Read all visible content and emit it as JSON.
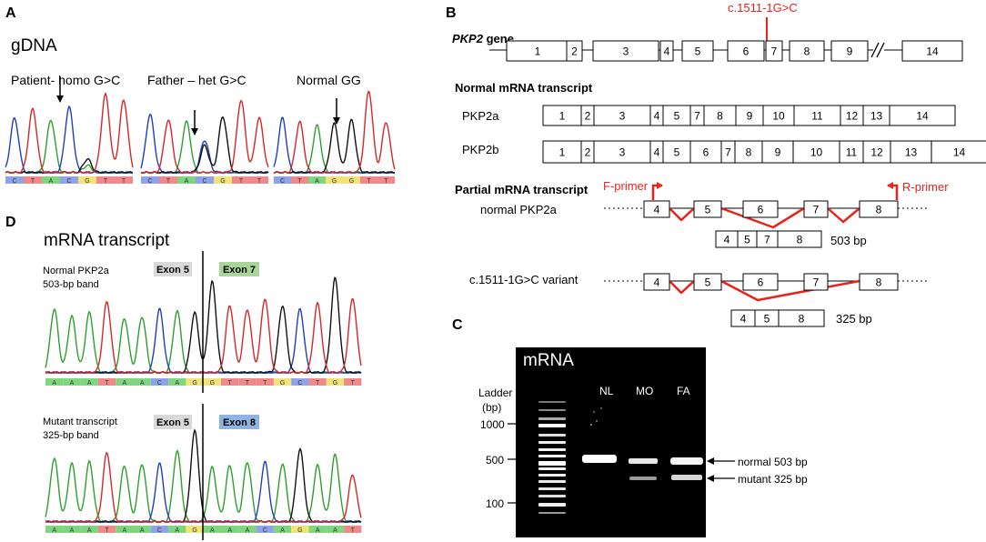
{
  "panels": {
    "a": "A",
    "b": "B",
    "c": "C",
    "d": "D"
  },
  "panel_a": {
    "heading": "gDNA",
    "traces": [
      {
        "label": "Patient- homo G>C",
        "bases": [
          "C",
          "T",
          "A",
          "C",
          "G",
          "T",
          "T"
        ]
      },
      {
        "label": "Father – het G>C",
        "bases": [
          "C",
          "T",
          "A",
          "C",
          "G",
          "T",
          "T"
        ]
      },
      {
        "label": "Normal GG",
        "bases": [
          "C",
          "T",
          "A",
          "G",
          "G",
          "T",
          "T"
        ]
      }
    ]
  },
  "panel_b": {
    "variant_label": "c.1511-1G>C",
    "gene_label_italic": "PKP2",
    "gene_label_rest": " gene",
    "gene_exons": [
      "1",
      "2",
      "3",
      "4",
      "5",
      "6",
      "7",
      "8",
      "9",
      "14"
    ],
    "normal_heading": "Normal mRNA transcript",
    "pkp2a_label": "PKP2a",
    "pkp2a_exons": [
      "1",
      "2",
      "3",
      "4",
      "5",
      "7",
      "8",
      "9",
      "10",
      "11",
      "12",
      "13",
      "14"
    ],
    "pkp2b_label": "PKP2b",
    "pkp2b_exons": [
      "1",
      "2",
      "3",
      "4",
      "5",
      "6",
      "7",
      "8",
      "9",
      "10",
      "11",
      "12",
      "13",
      "14"
    ],
    "partial_heading": "Partial mRNA transcript",
    "f_primer": "F-primer",
    "r_primer": "R-primer",
    "normal_row_label": "normal PKP2a",
    "variant_row_label": "c.1511-1G>C variant",
    "partial_exons": [
      "4",
      "5",
      "6",
      "7",
      "8"
    ],
    "normal_product": [
      "4",
      "5",
      "7",
      "8"
    ],
    "normal_product_size": "503 bp",
    "variant_product": [
      "4",
      "5",
      "8"
    ],
    "variant_product_size": "325 bp"
  },
  "panel_c": {
    "title": "mRNA",
    "ladder_label": "Ladder",
    "ladder_unit": "(bp)",
    "ladder_marks": [
      "1000",
      "500",
      "100"
    ],
    "lanes": [
      "NL",
      "MO",
      "FA"
    ],
    "band_labels": [
      "normal 503 bp",
      "mutant 325 bp"
    ]
  },
  "panel_d": {
    "heading": "mRNA transcript",
    "normal_label_1": "Normal  PKP2a",
    "normal_label_2": "503-bp band",
    "normal_exon_left": "Exon 5",
    "normal_exon_right": "Exon 7",
    "normal_bases": [
      "A",
      "A",
      "A",
      "T",
      "A",
      "A",
      "C",
      "A",
      "G",
      "G",
      "T",
      "T",
      "T",
      "G",
      "C",
      "T",
      "G",
      "T"
    ],
    "mutant_label_1": "Mutant transcript",
    "mutant_label_2": "325-bp band",
    "mutant_exon_left": "Exon 5",
    "mutant_exon_right": "Exon 8",
    "mutant_bases": [
      "A",
      "A",
      "A",
      "T",
      "A",
      "A",
      "C",
      "A",
      "G",
      "A",
      "A",
      "A",
      "C",
      "A",
      "G",
      "A",
      "A",
      "T"
    ]
  },
  "colors": {
    "red": "#e8231c",
    "A": "#2ca02c",
    "C": "#1f3fbf",
    "G": "#111111",
    "T": "#d62728"
  }
}
